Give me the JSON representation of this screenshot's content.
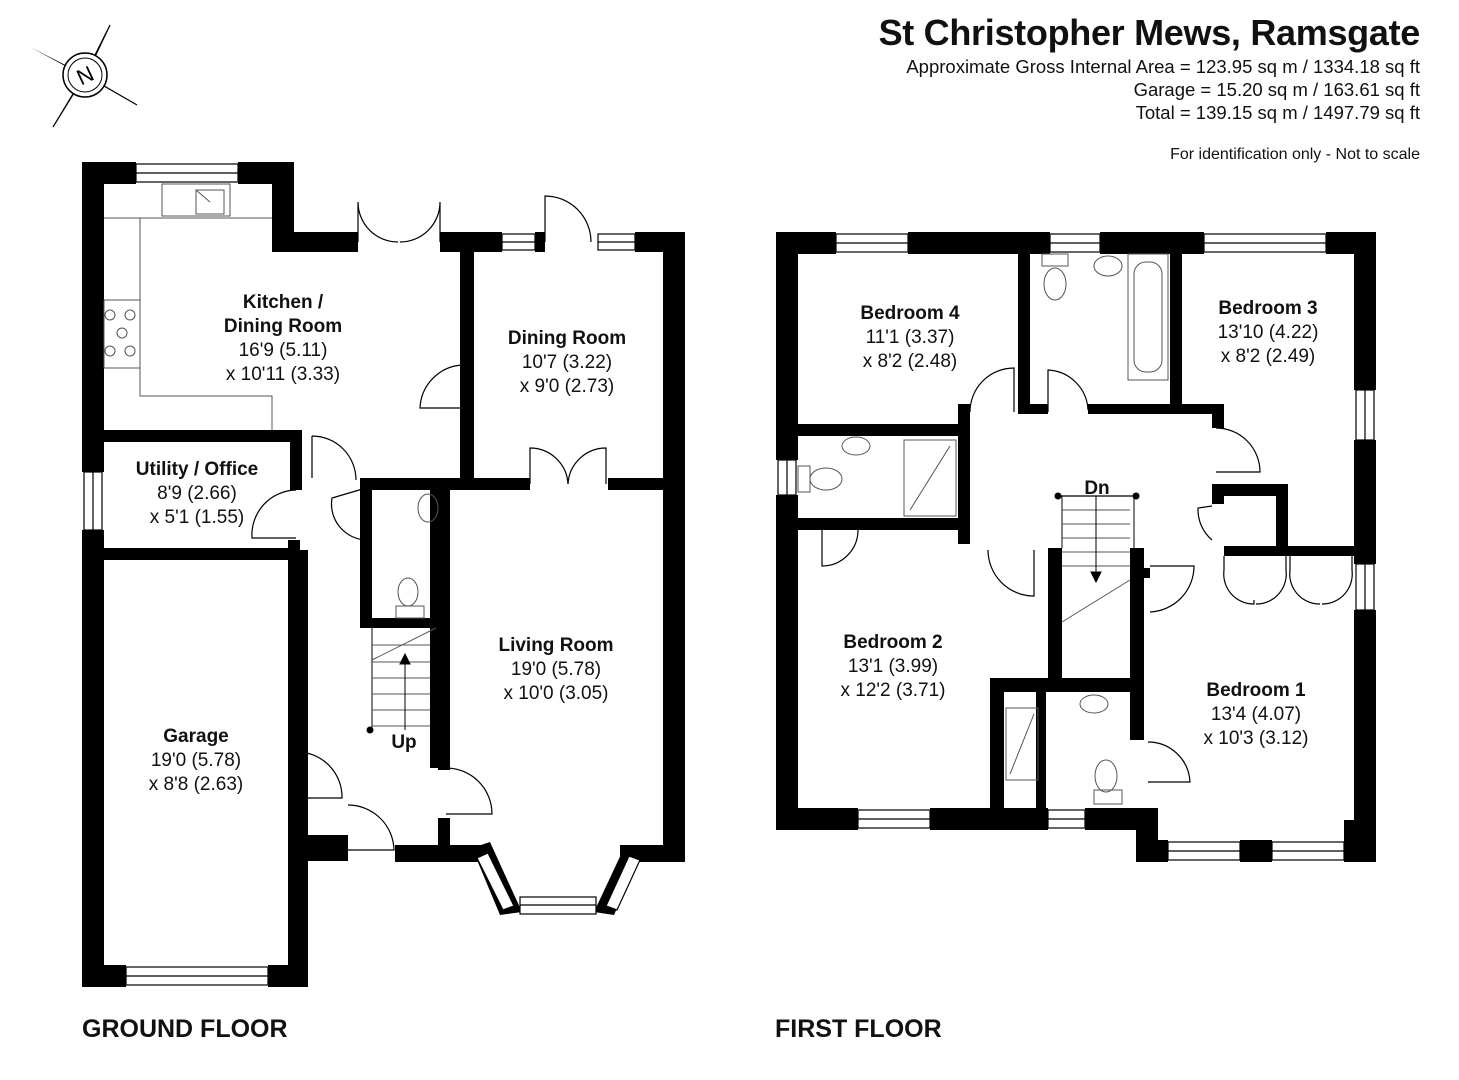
{
  "header": {
    "title": "St Christopher Mews, Ramsgate",
    "area_lines": [
      "Approximate Gross Internal Area = 123.95 sq m / 1334.18 sq ft",
      "Garage = 15.20 sq m / 163.61 sq ft",
      "Total = 139.15 sq m / 1497.79 sq ft"
    ],
    "disclaimer": "For identification only - Not to scale"
  },
  "compass": {
    "icon": "north-compass-icon",
    "label": "N"
  },
  "ground_floor": {
    "label": "GROUND FLOOR",
    "stairs_label": "Up",
    "rooms": [
      {
        "id": "kitchen",
        "lines": [
          "Kitchen /",
          "Dining Room"
        ],
        "dims": [
          "16'9 (5.11)",
          "x 10'11 (3.33)"
        ]
      },
      {
        "id": "dining",
        "lines": [
          "Dining Room"
        ],
        "dims": [
          "10'7 (3.22)",
          "x 9'0 (2.73)"
        ]
      },
      {
        "id": "utility",
        "lines": [
          "Utility / Office"
        ],
        "dims": [
          "8'9 (2.66)",
          "x 5'1 (1.55)"
        ]
      },
      {
        "id": "living",
        "lines": [
          "Living Room"
        ],
        "dims": [
          "19'0 (5.78)",
          "x 10'0 (3.05)"
        ]
      },
      {
        "id": "garage",
        "lines": [
          "Garage"
        ],
        "dims": [
          "19'0 (5.78)",
          "x 8'8 (2.63)"
        ]
      }
    ]
  },
  "first_floor": {
    "label": "FIRST FLOOR",
    "stairs_label": "Dn",
    "rooms": [
      {
        "id": "bed4",
        "lines": [
          "Bedroom 4"
        ],
        "dims": [
          "11'1 (3.37)",
          "x 8'2 (2.48)"
        ]
      },
      {
        "id": "bed3",
        "lines": [
          "Bedroom 3"
        ],
        "dims": [
          "13'10 (4.22)",
          "x 8'2 (2.49)"
        ]
      },
      {
        "id": "bed2",
        "lines": [
          "Bedroom 2"
        ],
        "dims": [
          "13'1 (3.99)",
          "x 12'2 (3.71)"
        ]
      },
      {
        "id": "bed1",
        "lines": [
          "Bedroom 1"
        ],
        "dims": [
          "13'4 (4.07)",
          "x 10'3 (3.12)"
        ]
      }
    ]
  },
  "colors": {
    "wall": "#000000",
    "fixture": "#555555",
    "background": "#ffffff"
  }
}
